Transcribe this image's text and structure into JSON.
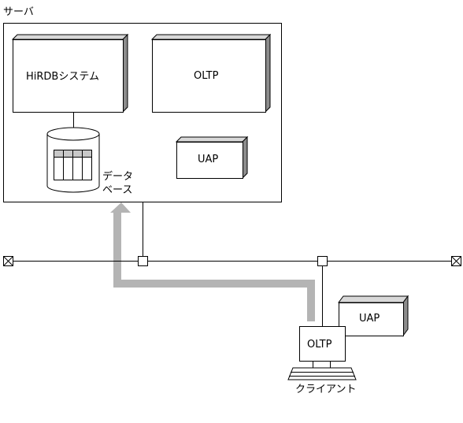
{
  "diagram": {
    "server_label": "サーバ",
    "hirdb_label": "HiRDBシステム",
    "server_oltp_label": "OLTP",
    "server_uap_label": "UAP",
    "database_label_line1": "データ",
    "database_label_line2": "ベース",
    "client_oltp_label": "OLTP",
    "client_uap_label": "UAP",
    "client_label": "クライアント"
  }
}
